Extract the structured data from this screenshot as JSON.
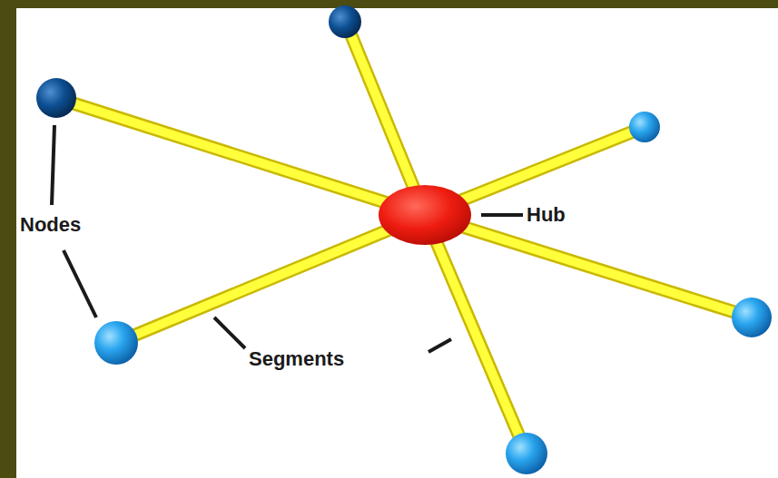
{
  "diagram": {
    "labels": [
      "Nodes",
      "Hub",
      "Segments"
    ]
  }
}
